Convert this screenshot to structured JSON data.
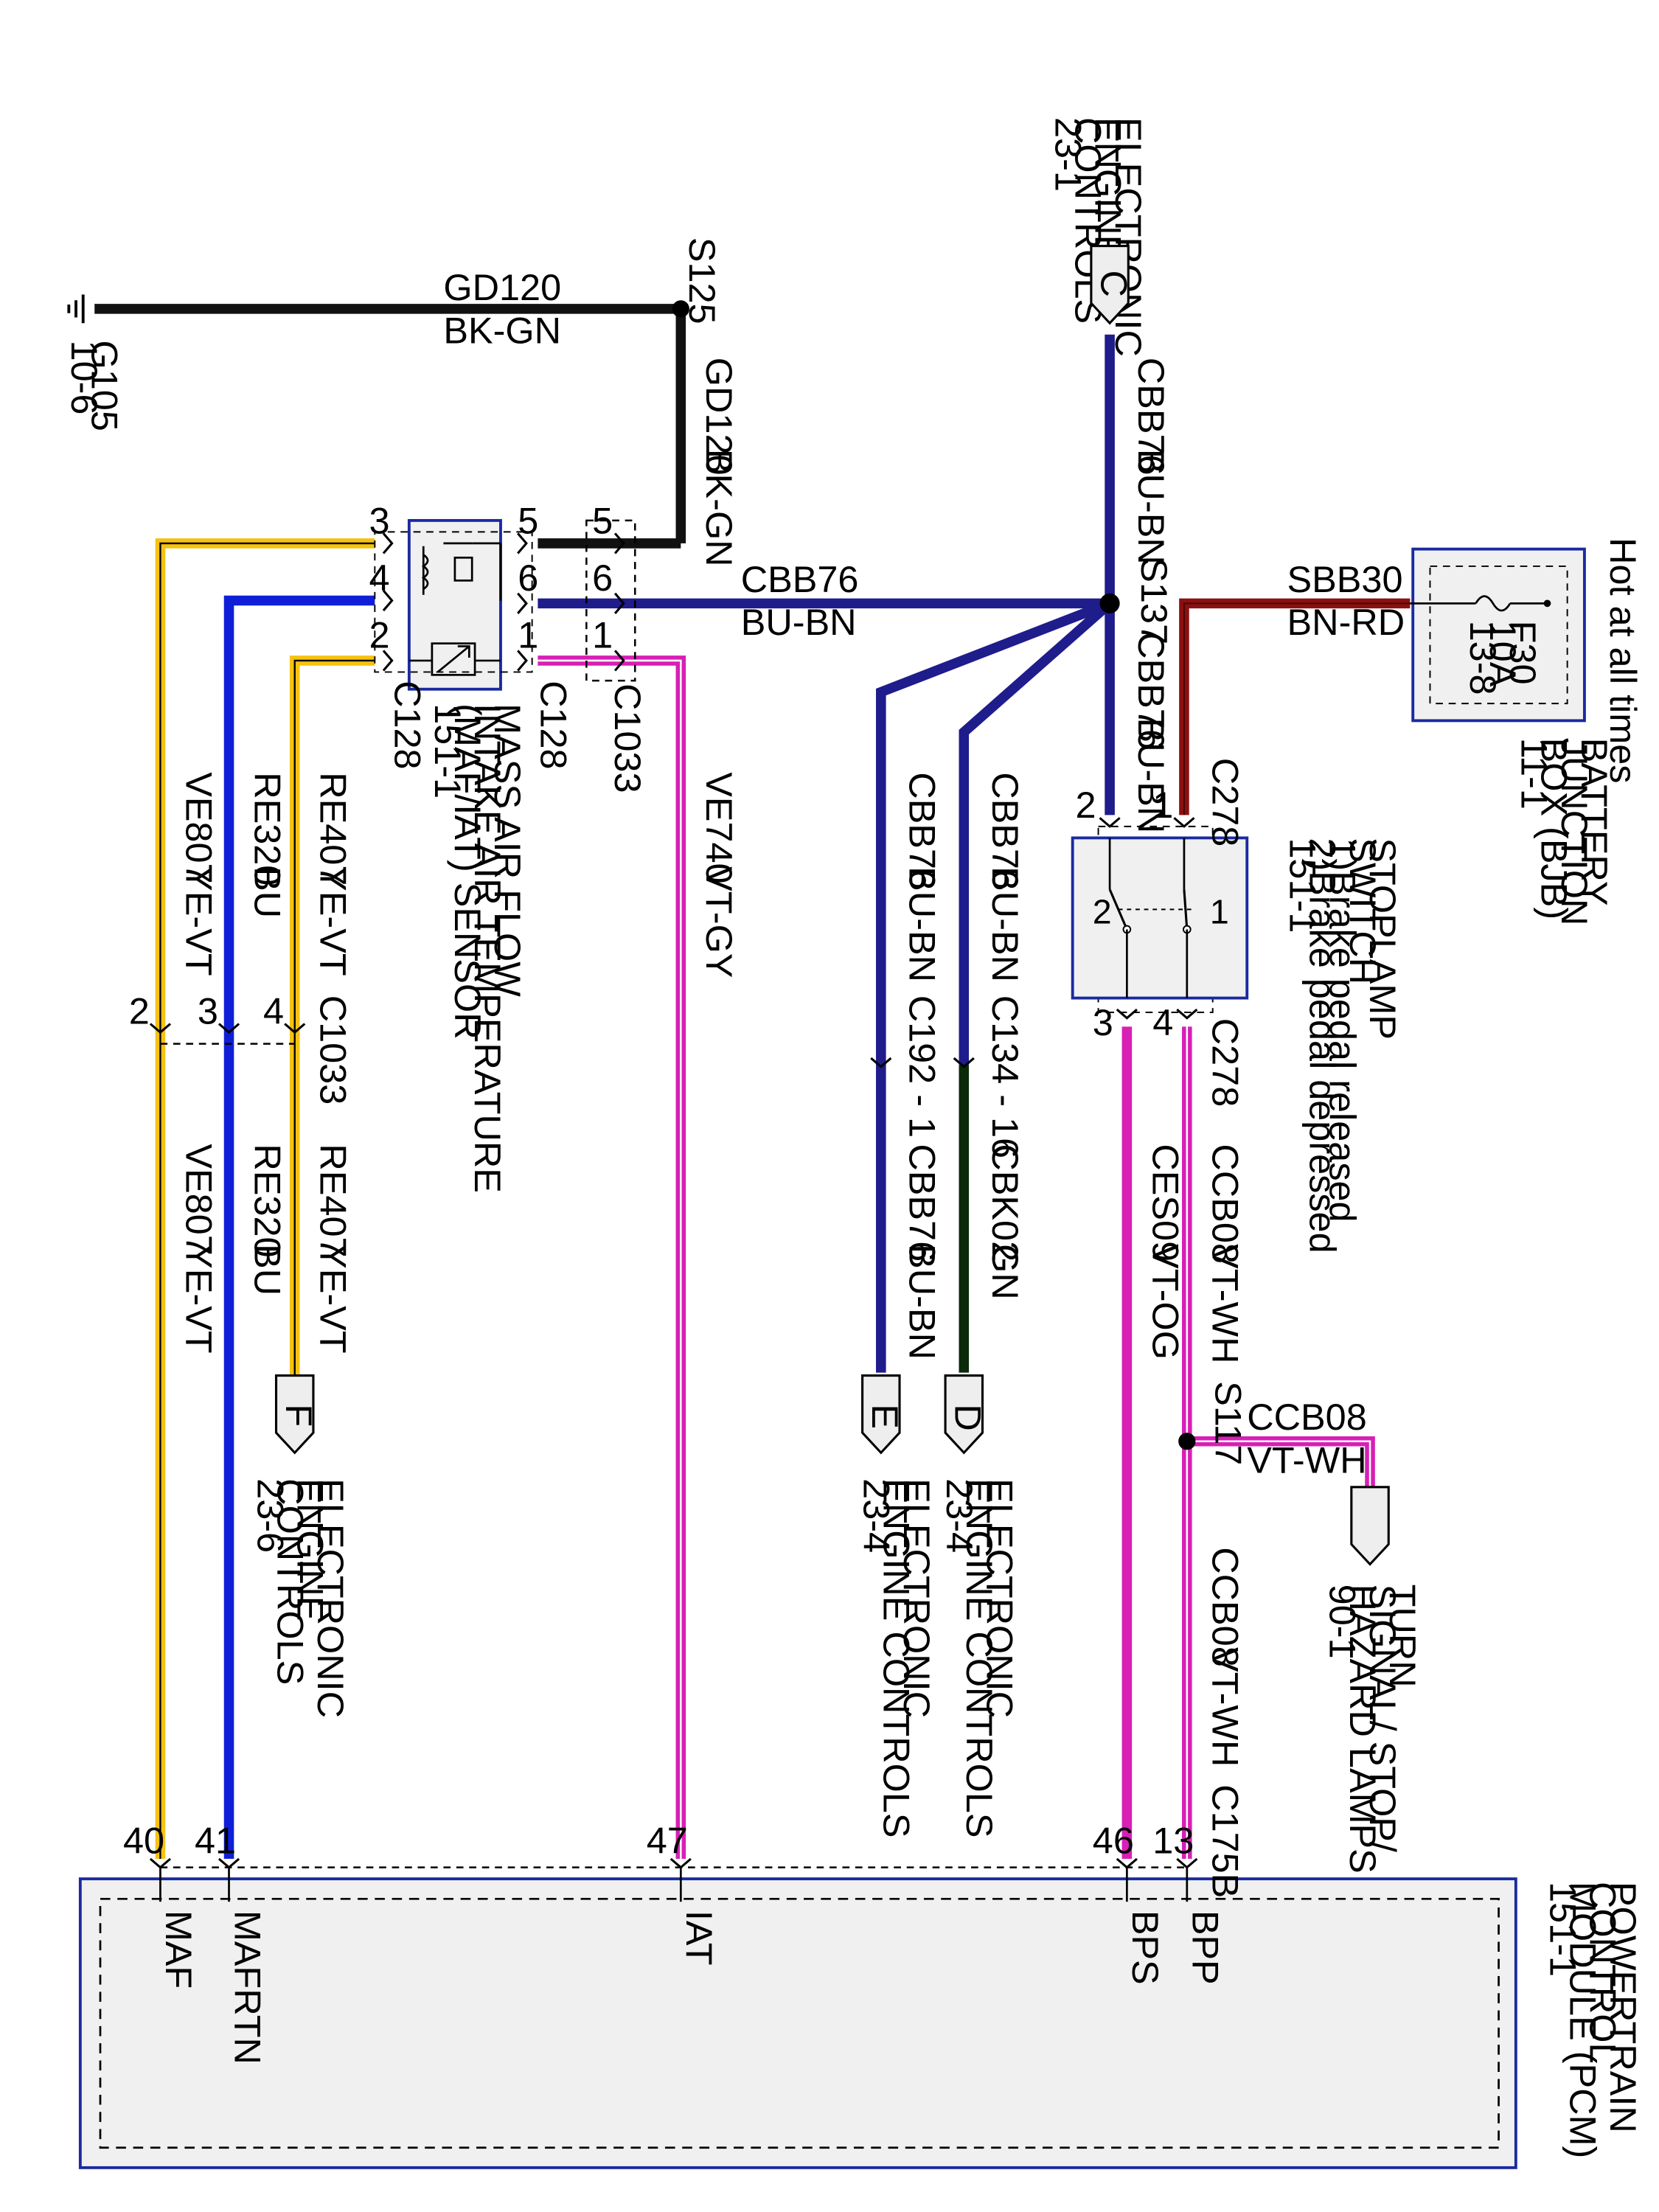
{
  "colors": {
    "black": "#111111",
    "blue": "#0f1fd8",
    "navy": "#1f1c8c",
    "magenta": "#d81fb6",
    "yellow": "#f5c211",
    "red": "#8c1010",
    "green": "#0a2a0a",
    "box_fill": "#f0f0f0",
    "box_border": "#1a2aa0"
  },
  "top_ref": {
    "title_lines": [
      "ELECTRONIC",
      "ENGINE",
      "CONTROLS"
    ],
    "page": "23-1",
    "connector": "C"
  },
  "ground": {
    "name": "G105",
    "page": "10-6"
  },
  "splices": {
    "s125": "S125",
    "s137": "S137",
    "s117": "S117"
  },
  "wires": {
    "gd120": {
      "circuit": "GD120",
      "color": "BK-GN"
    },
    "cbb76": {
      "circuit": "CBB76",
      "color": "BU-BN"
    },
    "sbb30": {
      "circuit": "SBB30",
      "color": "BN-RD"
    },
    "ve740": {
      "circuit": "VE740",
      "color": "VT-GY"
    },
    "ve807": {
      "circuit": "VE807",
      "color": "YE-VT"
    },
    "re320": {
      "circuit": "RE320",
      "color": "BU"
    },
    "re407": {
      "circuit": "RE407",
      "color": "YE-VT"
    },
    "ccb08": {
      "circuit": "CCB08",
      "color": "VT-WH"
    },
    "ces09": {
      "circuit": "CES09",
      "color": "VT-OG"
    },
    "cbk02": {
      "circuit": "CBK02",
      "color": "GN"
    }
  },
  "maf_sensor": {
    "lines": [
      "MASS AIR FLOW",
      "INTAKE AIR TEMPERATURE",
      "(MAF/IAT) SENSOR",
      "151-1"
    ],
    "connector": "C128",
    "pins": [
      "3",
      "4",
      "2",
      "5",
      "6",
      "1"
    ]
  },
  "c1033": {
    "name": "C1033",
    "pins_top": [
      "5",
      "6",
      "1"
    ],
    "pins_bottom": [
      "2",
      "3",
      "4"
    ]
  },
  "bjb": {
    "hot": "Hot at all times",
    "fuse": "F30",
    "rating": "10A",
    "ref": "13-8",
    "lines": [
      "BATTERY",
      "JUNCTION",
      "BOX (BJB)",
      "11-1"
    ]
  },
  "stoplamp": {
    "lines": [
      "STOPLAMP",
      "SWITCH",
      "1)Brake pedal released",
      "2)Brake pedal depressed",
      "151-1"
    ],
    "connector": "C278",
    "pins": [
      "1",
      "2",
      "3",
      "4"
    ],
    "contacts": [
      "1",
      "2"
    ]
  },
  "inline": {
    "c192": "C192 - 1",
    "c134": "C134 - 16"
  },
  "refs": {
    "f": {
      "letter": "F",
      "lines": [
        "ELECTRONIC",
        "ENGINE",
        "CONTROLS"
      ],
      "page": "23-6"
    },
    "e": {
      "letter": "E",
      "lines": [
        "ELECTRONIC",
        "ENGINE CONTROLS"
      ],
      "page": "23-4"
    },
    "d": {
      "letter": "D",
      "lines": [
        "ELECTRONIC",
        "ENGINE CONTROLS"
      ],
      "page": "23-4"
    },
    "turn": {
      "lines": [
        "TURN",
        "SIGNAL/ STOP/",
        "HAZARD LAMPS"
      ],
      "page": "90-1"
    }
  },
  "pcm": {
    "lines": [
      "POWERTRAIN",
      "CONTROL",
      "MODULE (PCM)",
      "151-1"
    ],
    "connector": "C175B",
    "pins": [
      {
        "num": "40",
        "label": "MAF"
      },
      {
        "num": "41",
        "label": "MAFRTN"
      },
      {
        "num": "47",
        "label": "IAT"
      },
      {
        "num": "46",
        "label": "BPS"
      },
      {
        "num": "13",
        "label": "BPP"
      }
    ]
  }
}
